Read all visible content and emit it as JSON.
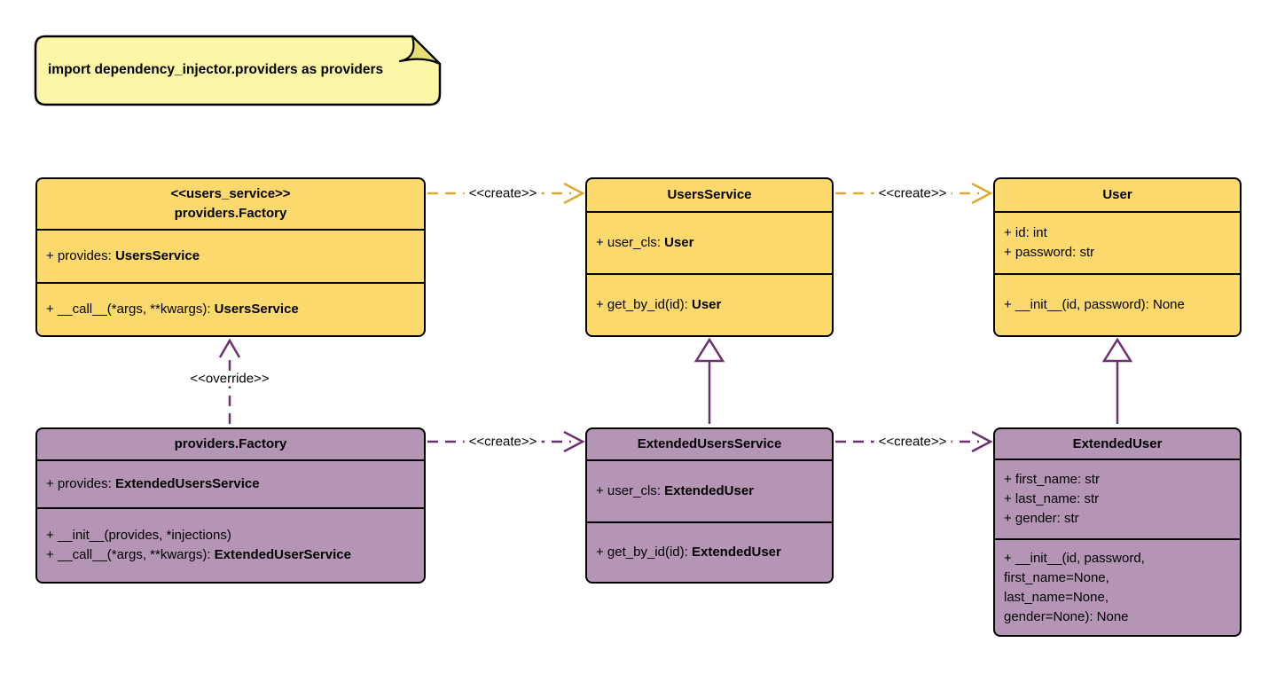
{
  "note": {
    "text": "import dependency_injector.providers as providers"
  },
  "colors": {
    "class_fill_yellow": "#FCD96C",
    "class_fill_purple": "#B495B6",
    "note_fill": "#FBF7A6",
    "note_fold_fill": "#E6DF76",
    "edge_gold": "#E1A72E",
    "edge_purple": "#6E3070",
    "border": "#000000"
  },
  "classes": [
    {
      "name": "users_service providers.Factory",
      "color": "yellow",
      "title_lines": [
        "<<users_service>>",
        "providers.Factory"
      ],
      "attributes": [
        [
          {
            "t": "+ provides: "
          },
          {
            "t": "UsersService",
            "b": true
          }
        ]
      ],
      "methods": [
        [
          {
            "t": "+ __call__(*args, **kwargs): "
          },
          {
            "t": "UsersService",
            "b": true
          }
        ]
      ]
    },
    {
      "name": "UsersService",
      "color": "yellow",
      "title_lines": [
        "UsersService"
      ],
      "attributes": [
        [
          {
            "t": "+ user_cls: "
          },
          {
            "t": "User",
            "b": true
          }
        ]
      ],
      "methods": [
        [
          {
            "t": "+ get_by_id(id): "
          },
          {
            "t": "User",
            "b": true
          }
        ]
      ]
    },
    {
      "name": "User",
      "color": "yellow",
      "title_lines": [
        "User"
      ],
      "attributes": [
        [
          {
            "t": "+ id: int"
          }
        ],
        [
          {
            "t": "+ password: str"
          }
        ]
      ],
      "methods": [
        [
          {
            "t": "+ __init__(id, password): None"
          }
        ]
      ]
    },
    {
      "name": "providers.Factory (extended)",
      "color": "purple",
      "title_lines": [
        "providers.Factory"
      ],
      "attributes": [
        [
          {
            "t": "+ provides: "
          },
          {
            "t": "ExtendedUsersService",
            "b": true
          }
        ]
      ],
      "methods": [
        [
          {
            "t": "+ __init__(provides, *injections)"
          }
        ],
        [
          {
            "t": "+ __call__(*args, **kwargs): "
          },
          {
            "t": "ExtendedUserService",
            "b": true
          }
        ]
      ]
    },
    {
      "name": "ExtendedUsersService",
      "color": "purple",
      "title_lines": [
        "ExtendedUsersService"
      ],
      "attributes": [
        [
          {
            "t": "+ user_cls: "
          },
          {
            "t": "ExtendedUser",
            "b": true
          }
        ]
      ],
      "methods": [
        [
          {
            "t": "+ get_by_id(id): "
          },
          {
            "t": "ExtendedUser",
            "b": true
          }
        ]
      ]
    },
    {
      "name": "ExtendedUser",
      "color": "purple",
      "title_lines": [
        "ExtendedUser"
      ],
      "attributes": [
        [
          {
            "t": "+ first_name: str"
          }
        ],
        [
          {
            "t": "+ last_name: str"
          }
        ],
        [
          {
            "t": "+ gender: str"
          }
        ]
      ],
      "methods": [
        [
          {
            "t": "+ __init__(id, password,"
          }
        ],
        [
          {
            "t": "first_name=None,"
          }
        ],
        [
          {
            "t": "last_name=None,"
          }
        ],
        [
          {
            "t": "gender=None): None"
          }
        ]
      ]
    }
  ],
  "edges": [
    {
      "type": "create",
      "from": "providers.Factory",
      "to": "UsersService",
      "label": "<<create>>"
    },
    {
      "type": "create",
      "from": "UsersService",
      "to": "User",
      "label": "<<create>>"
    },
    {
      "type": "create",
      "from": "providers.Factory (extended)",
      "to": "ExtendedUsersService",
      "label": "<<create>>"
    },
    {
      "type": "create",
      "from": "ExtendedUsersService",
      "to": "ExtendedUser",
      "label": "<<create>>"
    },
    {
      "type": "override",
      "from": "providers.Factory (extended)",
      "to": "users_service providers.Factory",
      "label": "<<override>>"
    },
    {
      "type": "inheritance",
      "from": "ExtendedUsersService",
      "to": "UsersService",
      "label": ""
    },
    {
      "type": "inheritance",
      "from": "ExtendedUser",
      "to": "User",
      "label": ""
    }
  ]
}
